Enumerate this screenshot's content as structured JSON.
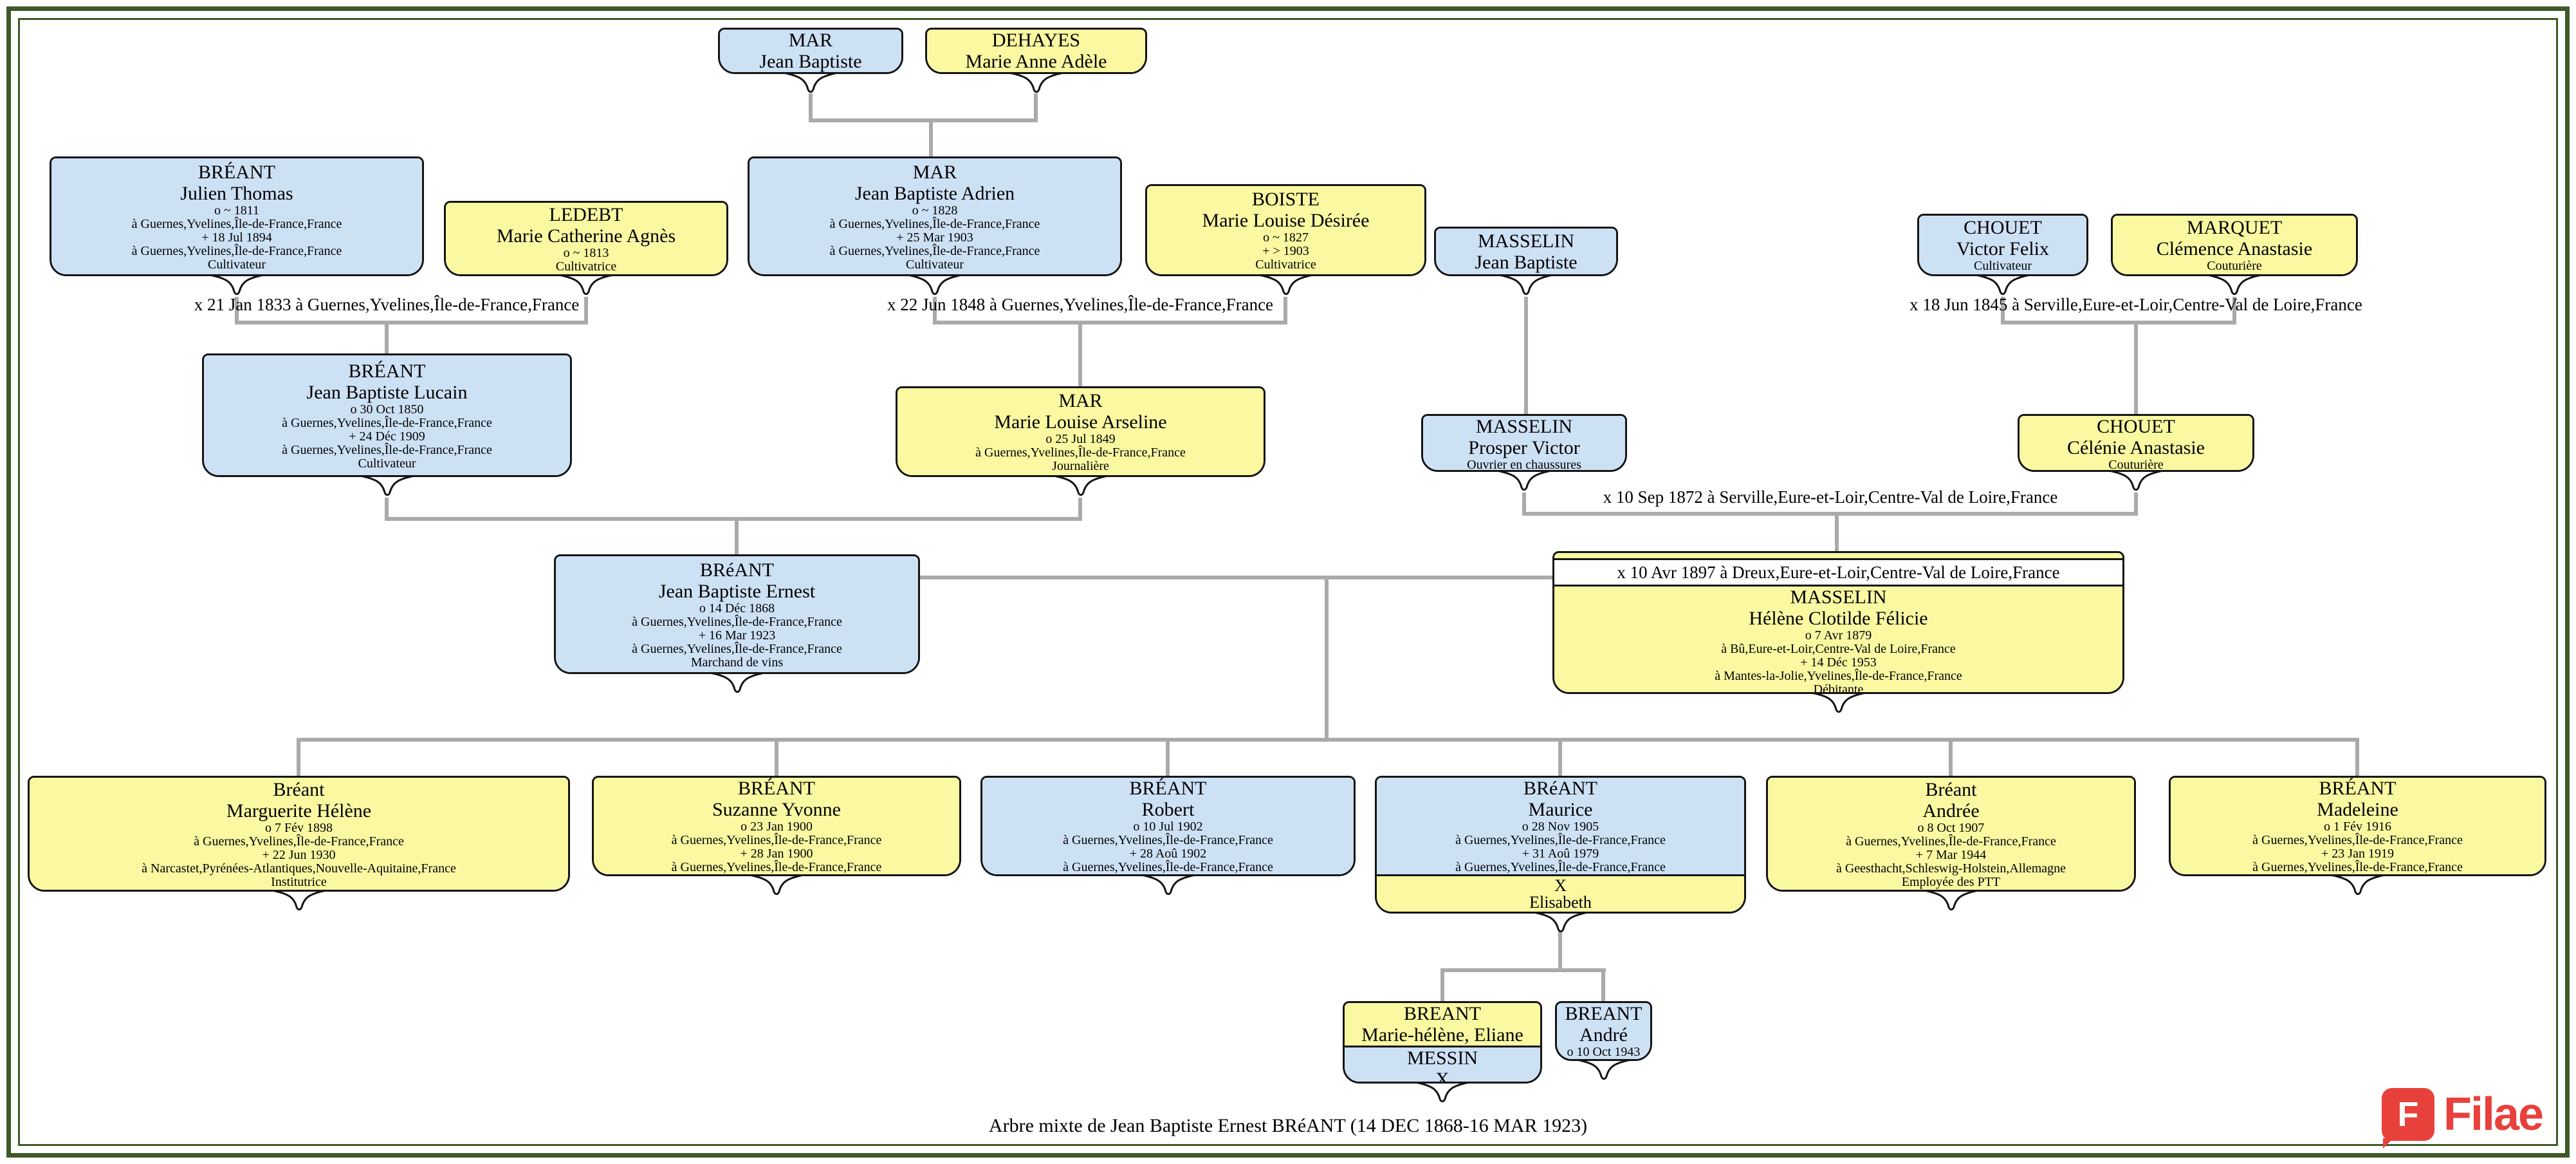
{
  "caption": "Arbre mixte de Jean Baptiste Ernest BRéANT (14 DEC 1868-16 MAR 1923)",
  "brand": {
    "icon_letter": "F",
    "name": "Filae"
  },
  "colors": {
    "male_box": "#cde1f5",
    "female_box": "#fbf8a2",
    "frame_green": "#3c5a26",
    "connector_gray": "#aaaaaa",
    "brand_red": "#e8413c"
  },
  "marriages": [
    {
      "text": "x 21 Jan 1833 à Guernes,Yvelines,Île-de-France,France"
    },
    {
      "text": "x 22 Jun 1848 à Guernes,Yvelines,Île-de-France,France"
    },
    {
      "text": "x 18 Jun 1845 à Serville,Eure-et-Loir,Centre-Val de Loire,France"
    },
    {
      "text": "x 10 Sep 1872 à Serville,Eure-et-Loir,Centre-Val de Loire,France"
    }
  ],
  "persons": [
    {
      "id": "mar-jean-baptiste",
      "sex": "M",
      "surname": "MAR",
      "given": "Jean Baptiste",
      "details": []
    },
    {
      "id": "dehayes-marie-anne-adele",
      "sex": "F",
      "surname": "DEHAYES",
      "given": "Marie Anne Adèle",
      "details": []
    },
    {
      "id": "breant-julien-thomas",
      "sex": "M",
      "surname": "BRÉANT",
      "given": "Julien Thomas",
      "details": [
        "o ~ 1811",
        "à Guernes,Yvelines,Île-de-France,France",
        "+ 18 Jul 1894",
        "à Guernes,Yvelines,Île-de-France,France",
        "Cultivateur"
      ]
    },
    {
      "id": "ledebt-marie-catherine-agnes",
      "sex": "F",
      "surname": "LEDEBT",
      "given": "Marie Catherine Agnès",
      "details": [
        "o ~ 1813",
        "Cultivatrice"
      ]
    },
    {
      "id": "mar-jean-baptiste-adrien",
      "sex": "M",
      "surname": "MAR",
      "given": "Jean Baptiste Adrien",
      "details": [
        "o ~ 1828",
        "à Guernes,Yvelines,Île-de-France,France",
        "+ 25 Mar 1903",
        "à Guernes,Yvelines,Île-de-France,France",
        "Cultivateur"
      ]
    },
    {
      "id": "boiste-marie-louise-desiree",
      "sex": "F",
      "surname": "BOISTE",
      "given": "Marie Louise Désirée",
      "details": [
        "o ~ 1827",
        "+ > 1903",
        "Cultivatrice"
      ]
    },
    {
      "id": "masselin-jean-baptiste",
      "sex": "M",
      "surname": "MASSELIN",
      "given": "Jean Baptiste",
      "details": []
    },
    {
      "id": "chouet-victor-felix",
      "sex": "M",
      "surname": "CHOUET",
      "given": "Victor Felix",
      "details": [
        "Cultivateur"
      ]
    },
    {
      "id": "marquet-clemence-anastasie",
      "sex": "F",
      "surname": "MARQUET",
      "given": "Clémence Anastasie",
      "details": [
        "Couturière"
      ]
    },
    {
      "id": "breant-jean-baptiste-lucain",
      "sex": "M",
      "surname": "BRÉANT",
      "given": "Jean Baptiste Lucain",
      "details": [
        "o 30 Oct 1850",
        "à Guernes,Yvelines,Île-de-France,France",
        "+ 24 Déc 1909",
        "à Guernes,Yvelines,Île-de-France,France",
        "Cultivateur"
      ]
    },
    {
      "id": "mar-marie-louise-arseline",
      "sex": "F",
      "surname": "MAR",
      "given": "Marie Louise Arseline",
      "details": [
        "o 25 Jul 1849",
        "à Guernes,Yvelines,Île-de-France,France",
        "Journalière"
      ]
    },
    {
      "id": "masselin-prosper-victor",
      "sex": "M",
      "surname": "MASSELIN",
      "given": "Prosper Victor",
      "details": [
        "Ouvrier en chaussures"
      ]
    },
    {
      "id": "chouet-celenie-anastasie",
      "sex": "F",
      "surname": "CHOUET",
      "given": "Célénie Anastasie",
      "details": [
        "Couturière"
      ]
    },
    {
      "id": "breant-jean-baptiste-ernest",
      "sex": "M",
      "surname": "BRéANT",
      "given": "Jean Baptiste Ernest",
      "details": [
        "o 14 Déc 1868",
        "à Guernes,Yvelines,Île-de-France,France",
        "+ 16 Mar 1923",
        "à Guernes,Yvelines,Île-de-France,France",
        "Marchand de vins"
      ]
    },
    {
      "id": "masselin-helene-clotilde-felicie",
      "sex": "F",
      "surname": "MASSELIN",
      "given": "Hélène Clotilde Félicie",
      "banner": "x 10 Avr 1897 à Dreux,Eure-et-Loir,Centre-Val de Loire,France",
      "details": [
        "o 7 Avr 1879",
        "à Bû,Eure-et-Loir,Centre-Val de Loire,France",
        "+ 14 Déc 1953",
        "à Mantes-la-Jolie,Yvelines,Île-de-France,France",
        "Débitante"
      ]
    },
    {
      "id": "breant-marguerite-helene",
      "sex": "F",
      "surname": "Bréant",
      "given": "Marguerite Hélène",
      "details": [
        "o 7 Fév 1898",
        "à Guernes,Yvelines,Île-de-France,France",
        "+ 22 Jun 1930",
        "à Narcastet,Pyrénées-Atlantiques,Nouvelle-Aquitaine,France",
        "Institutrice"
      ]
    },
    {
      "id": "breant-suzanne-yvonne",
      "sex": "F",
      "surname": "BRÉANT",
      "given": "Suzanne Yvonne",
      "details": [
        "o 23 Jan 1900",
        "à Guernes,Yvelines,Île-de-France,France",
        "+ 28 Jan 1900",
        "à Guernes,Yvelines,Île-de-France,France"
      ]
    },
    {
      "id": "breant-robert",
      "sex": "M",
      "surname": "BRÉANT",
      "given": "Robert",
      "details": [
        "o 10 Jul 1902",
        "à Guernes,Yvelines,Île-de-France,France",
        "+ 28 Aoû 1902",
        "à Guernes,Yvelines,Île-de-France,France"
      ]
    },
    {
      "id": "breant-maurice",
      "sex": "M",
      "surname": "BRéANT",
      "given": "Maurice",
      "details": [
        "o 28 Nov 1905",
        "à Guernes,Yvelines,Île-de-France,France",
        "+ 31 Aoû 1979",
        "à Guernes,Yvelines,Île-de-France,France"
      ],
      "union": {
        "sex": "F",
        "line1": "X",
        "line2": "Elisabeth"
      }
    },
    {
      "id": "breant-andree",
      "sex": "F",
      "surname": "Bréant",
      "given": "Andrée",
      "details": [
        "o 8 Oct 1907",
        "à Guernes,Yvelines,Île-de-France,France",
        "+ 7 Mar 1944",
        "à Geesthacht,Schleswig-Holstein,Allemagne",
        "Employée des PTT"
      ]
    },
    {
      "id": "breant-madeleine",
      "sex": "F",
      "surname": "BRÉANT",
      "given": "Madeleine",
      "details": [
        "o 1 Fév 1916",
        "à Guernes,Yvelines,Île-de-France,France",
        "+ 23 Jan 1919",
        "à Guernes,Yvelines,Île-de-France,France"
      ]
    },
    {
      "id": "breant-messin-union",
      "type": "stacked",
      "sections": [
        {
          "sex": "F",
          "surname": "BREANT",
          "given": "Marie-hélène, Eliane"
        },
        {
          "sex": "M",
          "surname": "MESSIN",
          "given": "X"
        }
      ]
    },
    {
      "id": "breant-andre",
      "sex": "M",
      "surname": "BREANT",
      "given": "André",
      "details": [
        "o 10 Oct 1943"
      ]
    }
  ]
}
